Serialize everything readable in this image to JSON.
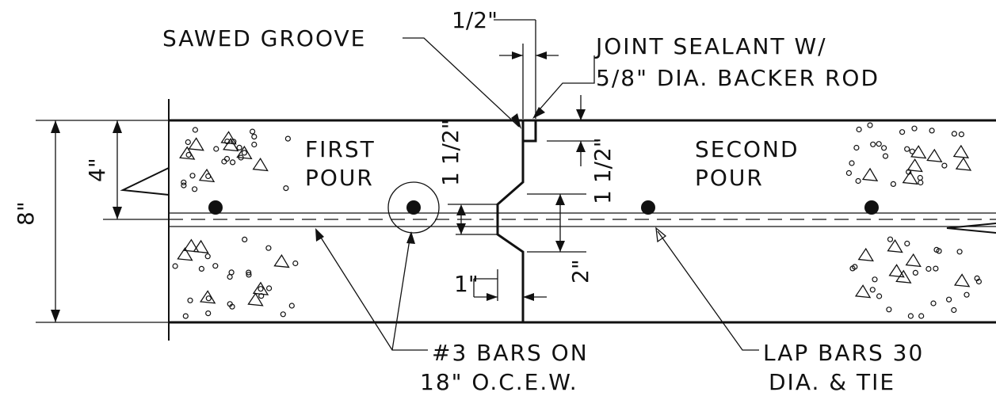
{
  "labels": {
    "sawed_groove": "SAWED GROOVE",
    "joint_sealant_1": "JOINT SEALANT W/",
    "joint_sealant_2": "5/8\" DIA. BACKER ROD",
    "first_pour_1": "FIRST",
    "first_pour_2": "POUR",
    "second_pour_1": "SECOND",
    "second_pour_2": "POUR",
    "bars_1": "#3 BARS ON",
    "bars_2": "18\" O.C.E.W.",
    "lap_bars_1": "LAP BARS 30",
    "lap_bars_2": "DIA. & TIE"
  },
  "dimensions": {
    "groove_width": "1/2\"",
    "slab_depth": "8\"",
    "half_depth": "4\"",
    "groove_depth": "1 1/2\"",
    "keyway_offset": "1 1/2\"",
    "keyway_height": "2\"",
    "keyway_depth": "1\""
  }
}
